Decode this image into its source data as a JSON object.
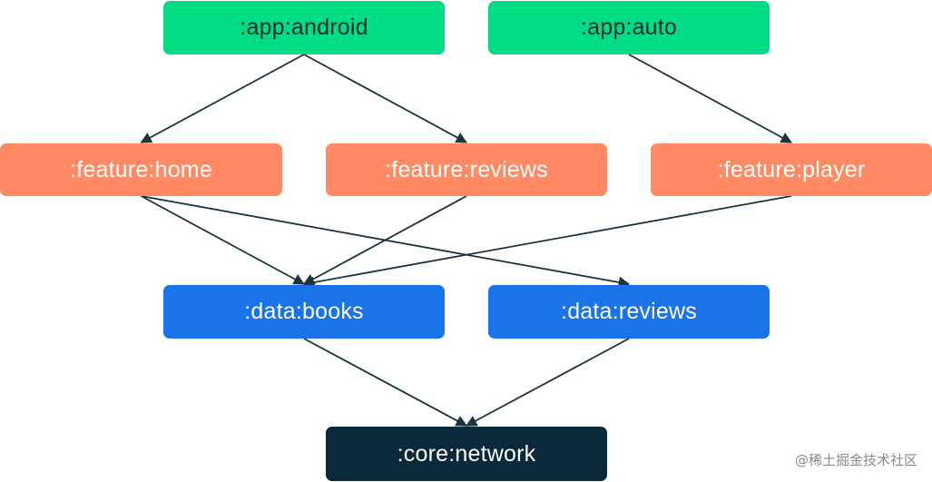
{
  "nodes": {
    "app_android": {
      "label": ":app:android",
      "group": "app"
    },
    "app_auto": {
      "label": ":app:auto",
      "group": "app"
    },
    "feature_home": {
      "label": ":feature:home",
      "group": "feature"
    },
    "feature_reviews": {
      "label": ":feature:reviews",
      "group": "feature"
    },
    "feature_player": {
      "label": ":feature:player",
      "group": "feature"
    },
    "data_books": {
      "label": ":data:books",
      "group": "data"
    },
    "data_reviews": {
      "label": ":data:reviews",
      "group": "data"
    },
    "core_network": {
      "label": ":core:network",
      "group": "core"
    }
  },
  "edges": [
    {
      "from": "app_android",
      "to": "feature_home"
    },
    {
      "from": "app_android",
      "to": "feature_reviews"
    },
    {
      "from": "app_auto",
      "to": "feature_player"
    },
    {
      "from": "feature_home",
      "to": "data_books"
    },
    {
      "from": "feature_home",
      "to": "data_reviews"
    },
    {
      "from": "feature_reviews",
      "to": "data_books"
    },
    {
      "from": "feature_player",
      "to": "data_books"
    },
    {
      "from": "data_books",
      "to": "core_network"
    },
    {
      "from": "data_reviews",
      "to": "core_network"
    }
  ],
  "colors": {
    "app": "#00dc84",
    "feature": "#ff8a63",
    "data": "#1a73e8",
    "core": "#0a2a3c",
    "arrow": "#1c3440"
  },
  "watermark": "@稀土掘金技术社区"
}
